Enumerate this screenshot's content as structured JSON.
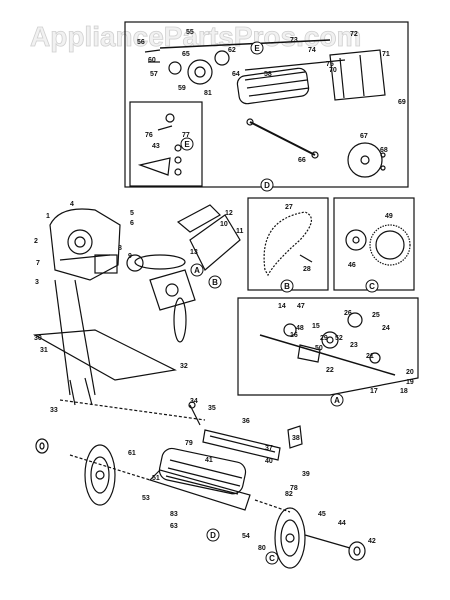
{
  "watermark": "AppliancePartsPros.com",
  "callouts": {
    "A": "A",
    "B": "B",
    "C": "C",
    "D": "D",
    "E": "E"
  },
  "part_labels": [
    "1",
    "2",
    "3",
    "4",
    "5",
    "6",
    "7",
    "8",
    "9",
    "10",
    "11",
    "12",
    "13",
    "14",
    "15",
    "16",
    "17",
    "18",
    "19",
    "20",
    "21",
    "22",
    "23",
    "24",
    "25",
    "26",
    "27",
    "28",
    "29",
    "30",
    "31",
    "32",
    "33",
    "34",
    "35",
    "36",
    "37",
    "38",
    "39",
    "40",
    "41",
    "42",
    "43",
    "44",
    "45",
    "46",
    "47",
    "48",
    "49",
    "50",
    "51",
    "52",
    "53",
    "54",
    "55",
    "56",
    "57",
    "58",
    "59",
    "60",
    "61",
    "62",
    "63",
    "64",
    "65",
    "66",
    "67",
    "68",
    "69",
    "70",
    "71",
    "72",
    "73",
    "74",
    "75",
    "76",
    "77",
    "78",
    "79",
    "80",
    "81",
    "82",
    "83"
  ],
  "colors": {
    "ink": "#111111",
    "paper": "#ffffff",
    "watermark": "#cfcfcf"
  }
}
